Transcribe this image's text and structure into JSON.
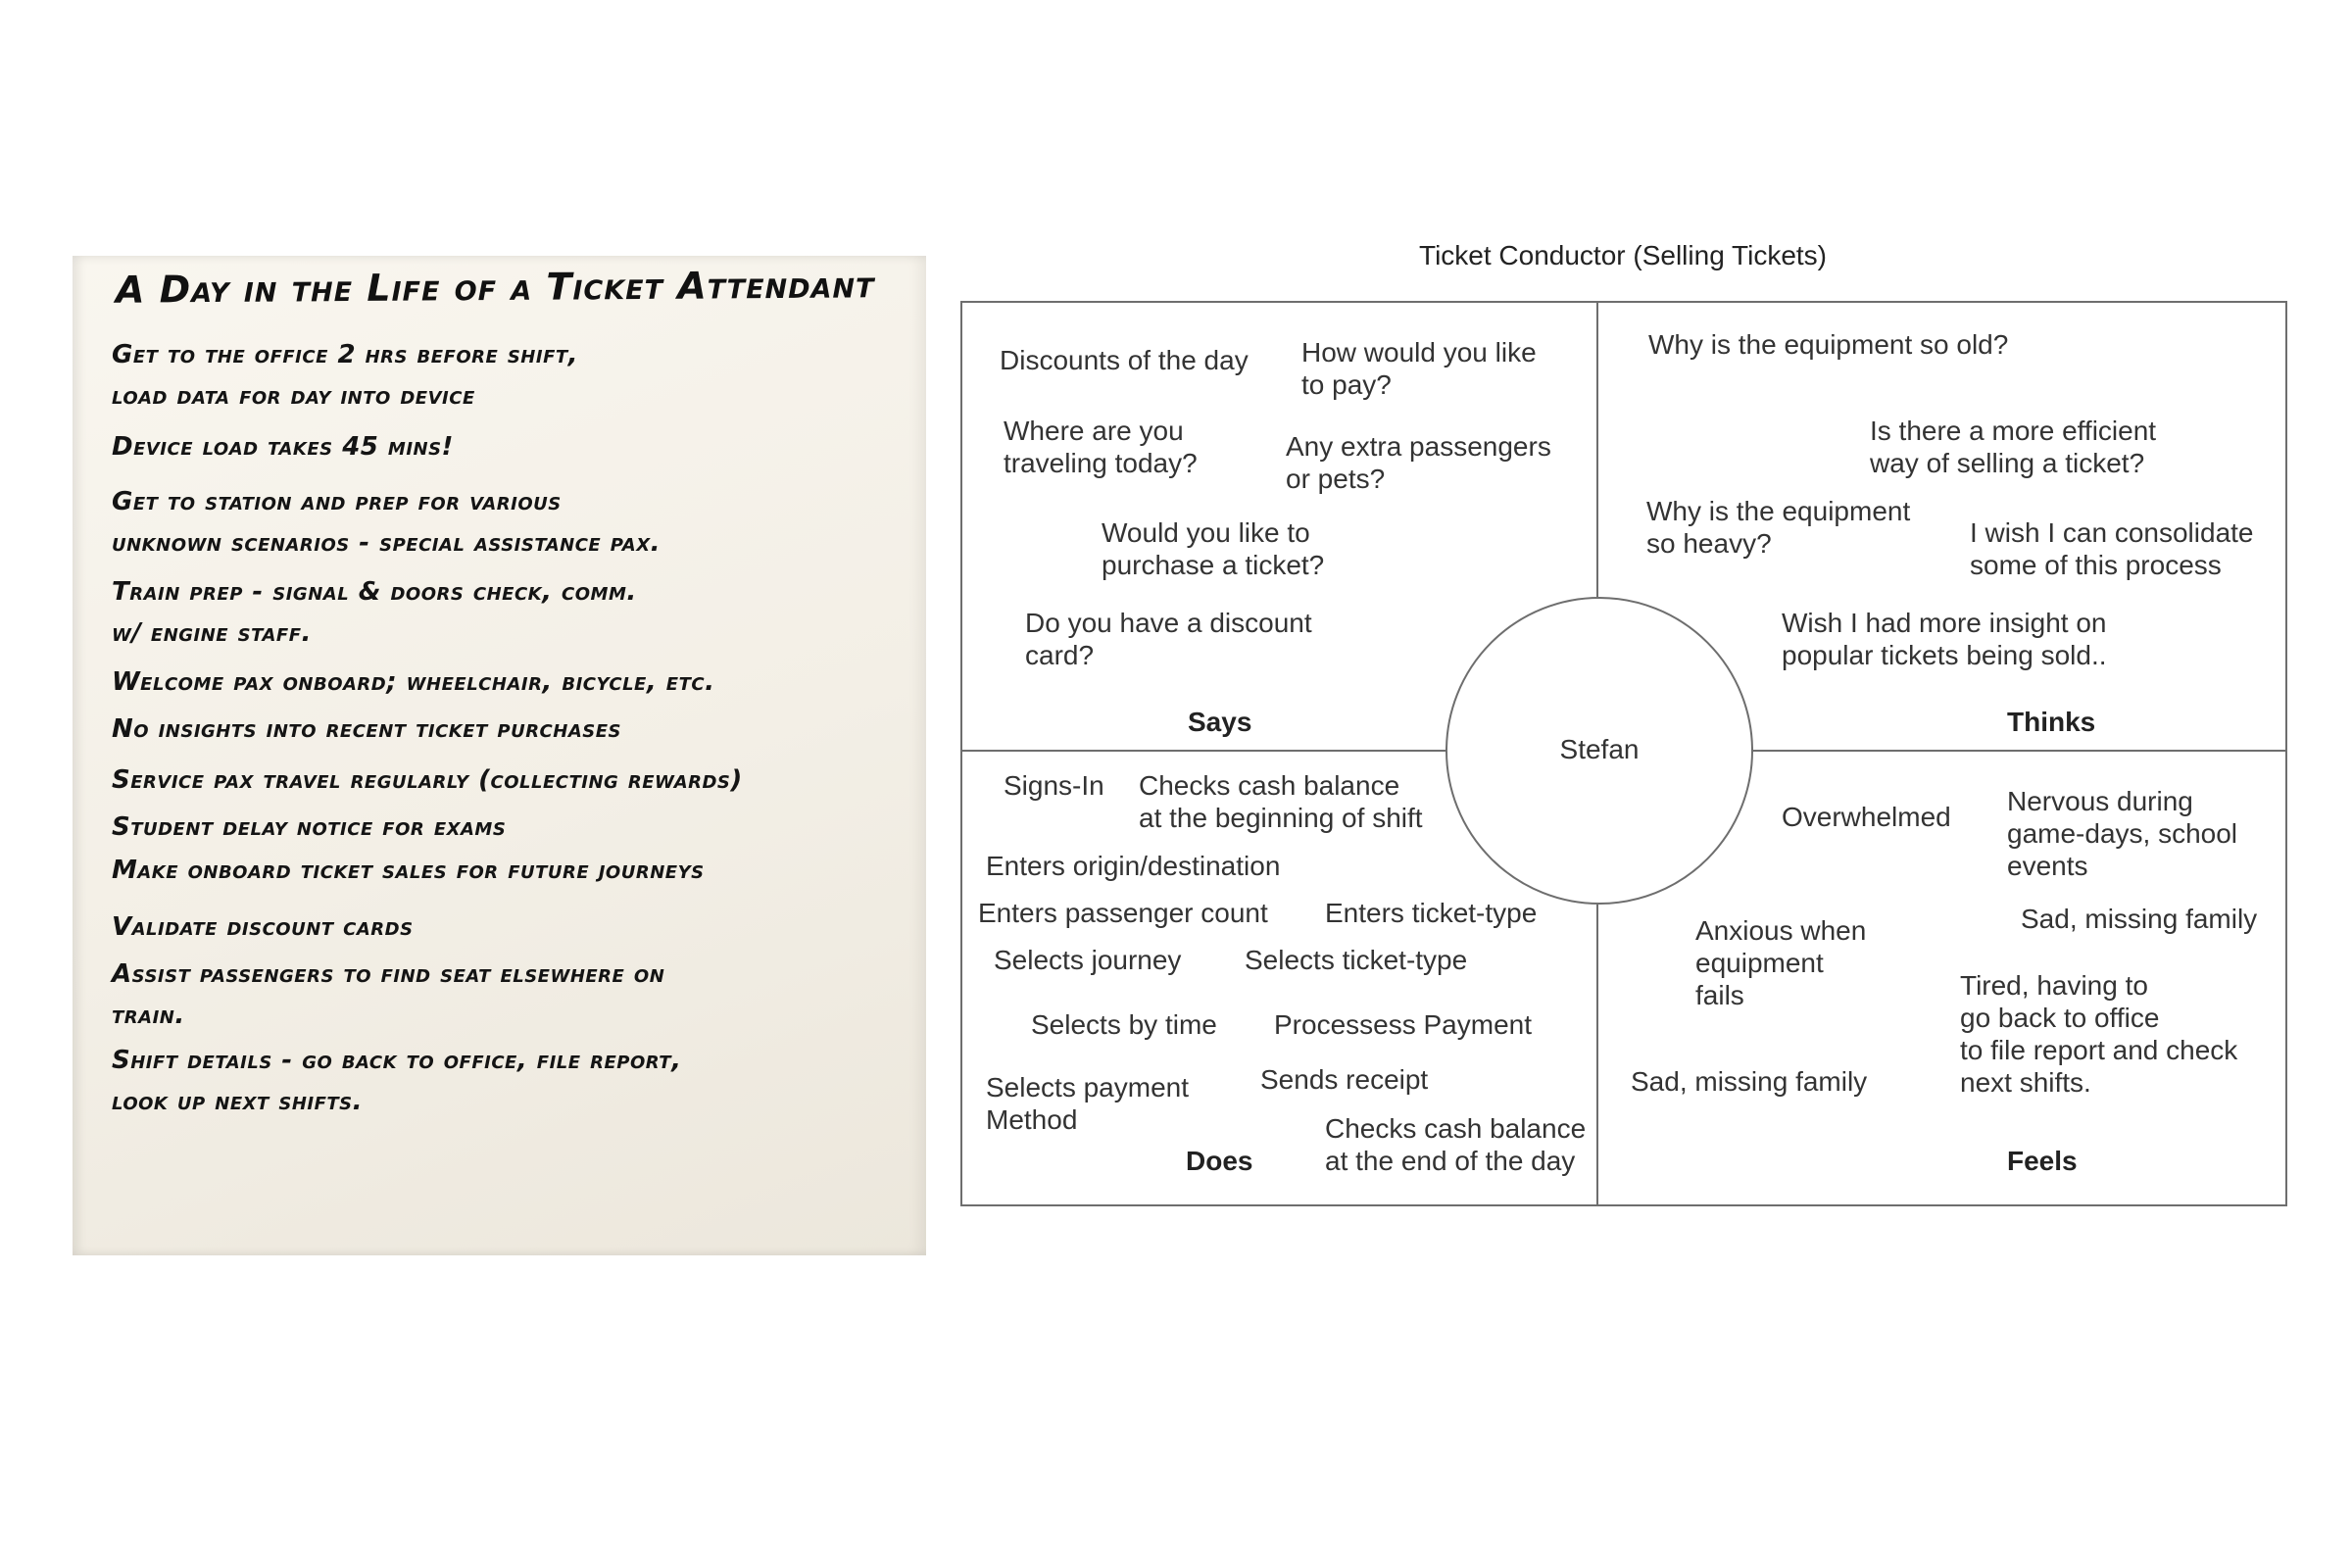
{
  "handwritten_notes": {
    "title": "A Day in the Life of a Ticket Attendant",
    "lines": [
      "Get to the office 2 hrs before shift,\nload data for day into device",
      "Device load takes 45 mins!",
      "Get to station and prep for various\nunknown scenarios - special assistance pax.",
      "Train prep - signal & doors check, comm.\nw/ engine staff.",
      "Welcome pax onboard; wheelchair, bicycle, etc.",
      "No insights into recent ticket purchases",
      "Service pax travel regularly (collecting rewards)",
      "Student delay notice for exams",
      "Make onboard ticket sales for future journeys",
      "Validate discount cards",
      "Assist passengers to find seat elsewhere on\ntrain.",
      "Shift details - go back to office, file report,\nlook up next shifts."
    ]
  },
  "empathy_map": {
    "title": "Ticket Conductor (Selling Tickets)",
    "center": "Stefan",
    "quadrants": {
      "says": {
        "label": "Says",
        "items": [
          "Discounts of the day",
          "How would you like\nto pay?",
          "Where are you\ntraveling today?",
          "Any extra passengers\nor pets?",
          "Would you like to\npurchase a ticket?",
          "Do you have a discount\ncard?"
        ]
      },
      "thinks": {
        "label": "Thinks",
        "items": [
          "Why is the equipment so old?",
          "Is there a more efficient\nway of selling a ticket?",
          "Why is the equipment\nso heavy?",
          "I wish I can consolidate\nsome of this process",
          "Wish I had more insight on\npopular tickets being sold.."
        ]
      },
      "does": {
        "label": "Does",
        "items": [
          "Signs-In",
          "Checks cash balance\nat the beginning of shift",
          "Enters origin/destination",
          "Enters passenger count",
          "Enters ticket-type",
          "Selects journey",
          "Selects ticket-type",
          "Selects by time",
          "Processess Payment",
          "Selects payment\nMethod",
          "Sends receipt",
          "Checks cash balance\nat the end of the day"
        ]
      },
      "feels": {
        "label": "Feels",
        "items": [
          "Overwhelmed",
          "Nervous during\ngame-days, school\nevents",
          "Sad, missing family",
          "Anxious when\nequipment\nfails",
          "Tired, having to\ngo back to office\nto file report and check\nnext shifts.",
          "Sad, missing family"
        ]
      }
    }
  }
}
